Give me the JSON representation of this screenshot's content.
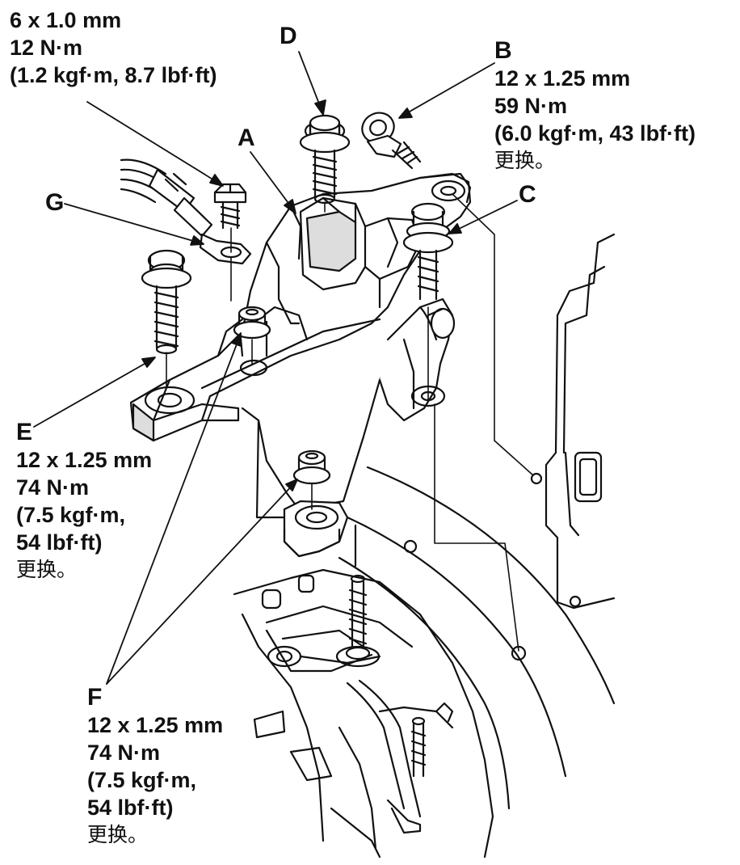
{
  "colors": {
    "line": "#111111",
    "fill": "#ffffff",
    "shade": "#dddddd"
  },
  "callouts": {
    "g_spec": {
      "size": "6 x 1.0 mm",
      "torque": "12 N·m",
      "alt": "(1.2 kgf·m, 8.7 lbf·ft)"
    },
    "a": {
      "letter": "A"
    },
    "b": {
      "letter": "B",
      "size": "12 x 1.25 mm",
      "torque": "59 N·m",
      "alt": "(6.0 kgf·m, 43 lbf·ft)",
      "note": "更换。"
    },
    "c": {
      "letter": "C"
    },
    "d": {
      "letter": "D"
    },
    "e": {
      "letter": "E",
      "size": "12 x 1.25 mm",
      "torque": "74 N·m",
      "alt1": "(7.5 kgf·m,",
      "alt2": "54 lbf·ft)",
      "note": "更换。"
    },
    "f": {
      "letter": "F",
      "size": "12 x 1.25 mm",
      "torque": "74 N·m",
      "alt1": "(7.5 kgf·m,",
      "alt2": "54 lbf·ft)",
      "note": "更换。"
    },
    "g": {
      "letter": "G"
    }
  }
}
